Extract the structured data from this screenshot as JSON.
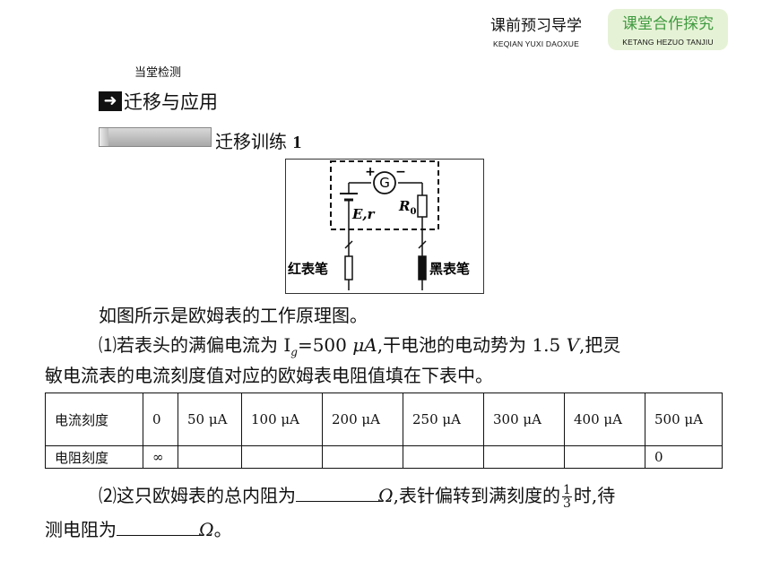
{
  "nav": {
    "tab1": {
      "title": "课前预习导学",
      "subtitle": "KEQIAN YUXI DAOXUE"
    },
    "tab2": {
      "title": "课堂合作探究",
      "subtitle": "KETANG HEZUO TANJIU"
    }
  },
  "section_label": "当堂检测",
  "heading_apply": "迁移与应用",
  "heading_train": "迁移训练",
  "heading_train_num": "1",
  "diagram": {
    "galvanometer": "G",
    "plus": "+",
    "minus": "−",
    "source_label": "E,r",
    "resistor_label": "R",
    "resistor_sub": "0",
    "red_probe": "红表笔",
    "black_probe": "黑表笔"
  },
  "intro": "如图所示是欧姆表的工作原理图。",
  "q1_line1_prefix": "⑴若表头的满偏电流为 I",
  "q1_line1_sub": "g",
  "q1_line1_mid": "=500 ",
  "q1_line1_unit1": "μA",
  "q1_line1_mid2": ",干电池的电动势为 1.5 ",
  "q1_line1_unit2": "V",
  "q1_line1_suffix": ",把灵",
  "q1_line2": "敏电流表的电流刻度值对应的欧姆表电阻值填在下表中。",
  "table": {
    "row1_label": "电流刻度",
    "row2_label": "电阻刻度",
    "currents": [
      "0",
      "50 μA",
      "100 μA",
      "200 μA",
      "250 μA",
      "300 μA",
      "400 μA",
      "500 μA"
    ],
    "resistances": [
      "∞",
      "",
      "",
      "",
      "",
      "",
      "",
      "0"
    ]
  },
  "q2_line1_prefix": "⑵这只欧姆表的总内阻为",
  "q2_line1_unit": "Ω",
  "q2_line1_mid": ",表针偏转到满刻度的",
  "q2_frac_num": "1",
  "q2_frac_den": "3",
  "q2_line1_suffix": "时,待",
  "q2_line2_prefix": "测电阻为",
  "q2_line2_unit": "Ω",
  "q2_line2_suffix": "。"
}
